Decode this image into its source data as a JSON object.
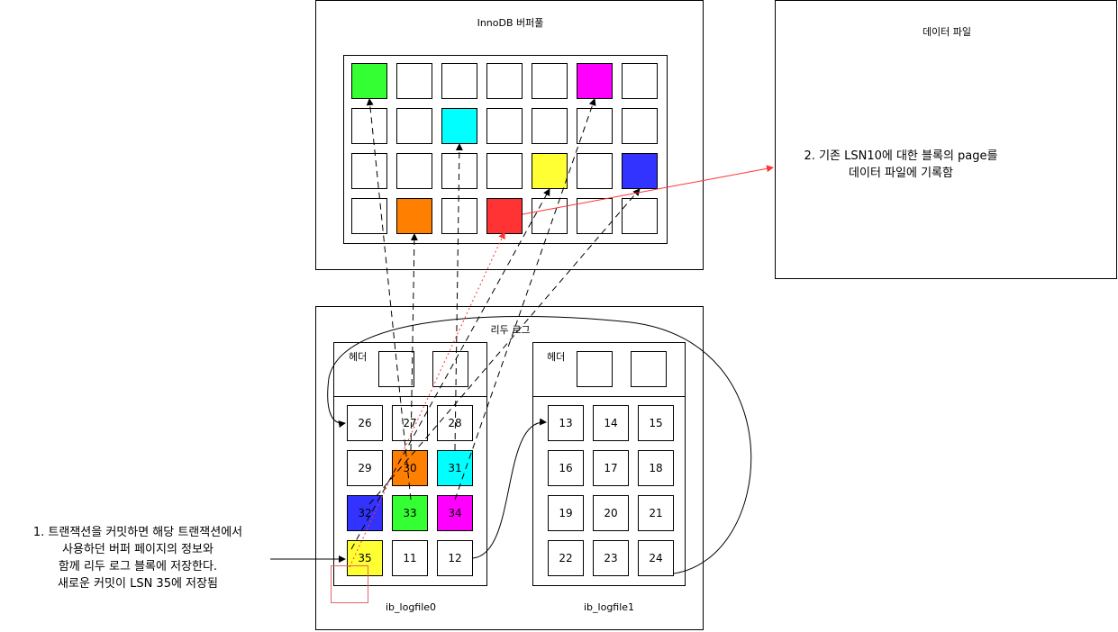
{
  "buffer_pool": {
    "title": "InnoDB 버퍼풀",
    "cells": [
      [
        "#33ff33",
        "#ffffff",
        "#ffffff",
        "#ffffff",
        "#ffffff",
        "#ff00ff",
        "#ffffff"
      ],
      [
        "#ffffff",
        "#ffffff",
        "#00ffff",
        "#ffffff",
        "#ffffff",
        "#ffffff",
        "#ffffff"
      ],
      [
        "#ffffff",
        "#ffffff",
        "#ffffff",
        "#ffffff",
        "#ffff33",
        "#ffffff",
        "#3333ff"
      ],
      [
        "#ffffff",
        "#ff8000",
        "#ffffff",
        "#ff3333",
        "#ffffff",
        "#ffffff",
        "#ffffff"
      ]
    ]
  },
  "data_file": {
    "title": "데이터 파일"
  },
  "redo_log": {
    "title": "리두 로그",
    "logfile0": {
      "name": "ib_logfile0",
      "header_label": "헤더",
      "rows": [
        [
          {
            "n": "26",
            "color": "#ffffff"
          },
          {
            "n": "27",
            "color": "#ffffff"
          },
          {
            "n": "28",
            "color": "#ffffff"
          }
        ],
        [
          {
            "n": "29",
            "color": "#ffffff"
          },
          {
            "n": "30",
            "color": "#ff8000"
          },
          {
            "n": "31",
            "color": "#00ffff"
          }
        ],
        [
          {
            "n": "32",
            "color": "#3333ff"
          },
          {
            "n": "33",
            "color": "#33ff33"
          },
          {
            "n": "34",
            "color": "#ff00ff"
          }
        ],
        [
          {
            "n": "35",
            "color": "#ffff33"
          },
          {
            "n": "11",
            "color": "#ffffff"
          },
          {
            "n": "12",
            "color": "#ffffff"
          }
        ]
      ],
      "old_lsn": "10"
    },
    "logfile1": {
      "name": "ib_logfile1",
      "header_label": "헤더",
      "rows": [
        [
          {
            "n": "13",
            "color": "#ffffff"
          },
          {
            "n": "14",
            "color": "#ffffff"
          },
          {
            "n": "15",
            "color": "#ffffff"
          }
        ],
        [
          {
            "n": "16",
            "color": "#ffffff"
          },
          {
            "n": "17",
            "color": "#ffffff"
          },
          {
            "n": "18",
            "color": "#ffffff"
          }
        ],
        [
          {
            "n": "19",
            "color": "#ffffff"
          },
          {
            "n": "20",
            "color": "#ffffff"
          },
          {
            "n": "21",
            "color": "#ffffff"
          }
        ],
        [
          {
            "n": "22",
            "color": "#ffffff"
          },
          {
            "n": "23",
            "color": "#ffffff"
          },
          {
            "n": "24",
            "color": "#ffffff"
          }
        ]
      ]
    }
  },
  "notes": {
    "step1": [
      "1. 트랜잭션을 커밋하면 해당 트랜잭션에서",
      "사용하던 버퍼 페이지의 정보와",
      "함께 리두 로그 블록에 저장한다.",
      "새로운 커밋이 LSN 35에 저장됨"
    ],
    "step2": [
      "2. 기존 LSN10에 대한 블록의 page를",
      "데이터 파일에 기록함"
    ]
  },
  "colors": {
    "flush_arrow": "#ff3333",
    "old_lsn_box": "#e06666"
  }
}
